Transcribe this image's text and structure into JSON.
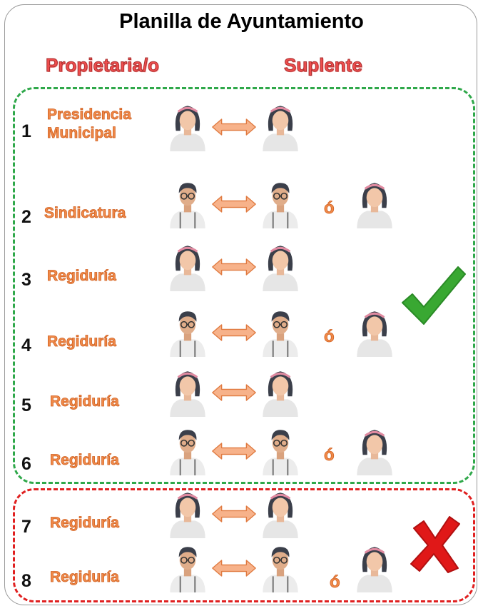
{
  "title": "Planilla de Ayuntamiento",
  "headers": {
    "owner": "Propietaria/o",
    "substitute": "Suplente"
  },
  "or_text": "ó",
  "colors": {
    "valid_box": "#2fa84a",
    "invalid_box": "#e02020",
    "role_text": "#f08a4a",
    "header_text": "#ef4d4d",
    "check": "#39a832",
    "cross": "#e01818"
  },
  "rows": [
    {
      "num": "1",
      "role": "Presidencia Municipal",
      "owner": "woman",
      "substitute": "woman",
      "alt": null,
      "group": "valid"
    },
    {
      "num": "2",
      "role": "Sindicatura",
      "owner": "man",
      "substitute": "man",
      "alt": "woman",
      "group": "valid"
    },
    {
      "num": "3",
      "role": "Regiduría",
      "owner": "woman",
      "substitute": "woman",
      "alt": null,
      "group": "valid"
    },
    {
      "num": "4",
      "role": "Regiduría",
      "owner": "man",
      "substitute": "man",
      "alt": "woman",
      "group": "valid"
    },
    {
      "num": "5",
      "role": "Regiduría",
      "owner": "woman",
      "substitute": "woman",
      "alt": null,
      "group": "valid"
    },
    {
      "num": "6",
      "role": "Regiduría",
      "owner": "man",
      "substitute": "man",
      "alt": "woman",
      "group": "valid"
    },
    {
      "num": "7",
      "role": "Regiduría",
      "owner": "woman",
      "substitute": "woman",
      "alt": null,
      "group": "invalid"
    },
    {
      "num": "8",
      "role": "Regiduría",
      "owner": "man",
      "substitute": "man",
      "alt": "woman",
      "group": "invalid"
    }
  ],
  "icons": {
    "valid": "check-mark-icon",
    "invalid": "cross-mark-icon"
  }
}
